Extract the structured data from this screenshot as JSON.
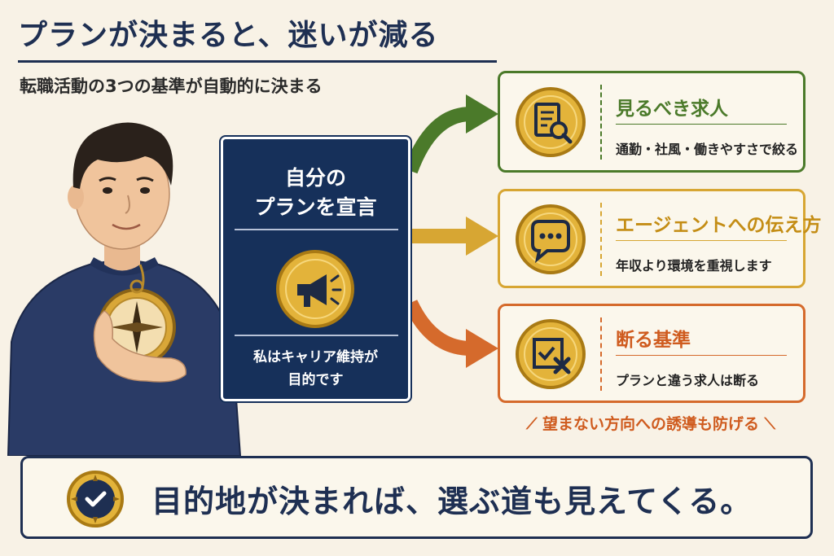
{
  "title": "プランが決まると、迷いが減る",
  "subtitle": "転職活動の3つの基準が自動的に決まる",
  "plan_card": {
    "title_line1": "自分の",
    "title_line2": "プランを宣言",
    "icon": "megaphone-icon",
    "note_line1": "私はキャリア維持が",
    "note_line2": "目的です"
  },
  "criteria": [
    {
      "heading": "見るべき求人",
      "text": "通勤・社風・働きやすさで絞る",
      "icon": "document-search-icon",
      "color": "#4b7a2a"
    },
    {
      "heading": "エージェントへの伝え方",
      "text": "年収より環境を重視します",
      "icon": "chat-bubble-icon",
      "color": "#c48d15"
    },
    {
      "heading": "断る基準",
      "text": "プランと違う求人は断る",
      "icon": "reject-box-icon",
      "color": "#cf5b1e"
    }
  ],
  "note": "望まない方向への誘導も防げる",
  "banner": {
    "text": "目的地が決まれば、選ぶ道も見えてくる。",
    "icon": "compass-check-icon"
  },
  "colors": {
    "navy": "#1e2f52",
    "card": "#16305a",
    "gold": "#e3b33a",
    "green": "#4b7a2a",
    "yellow": "#d7a633",
    "orange": "#d56a2c",
    "background": "#f8f2e6"
  }
}
